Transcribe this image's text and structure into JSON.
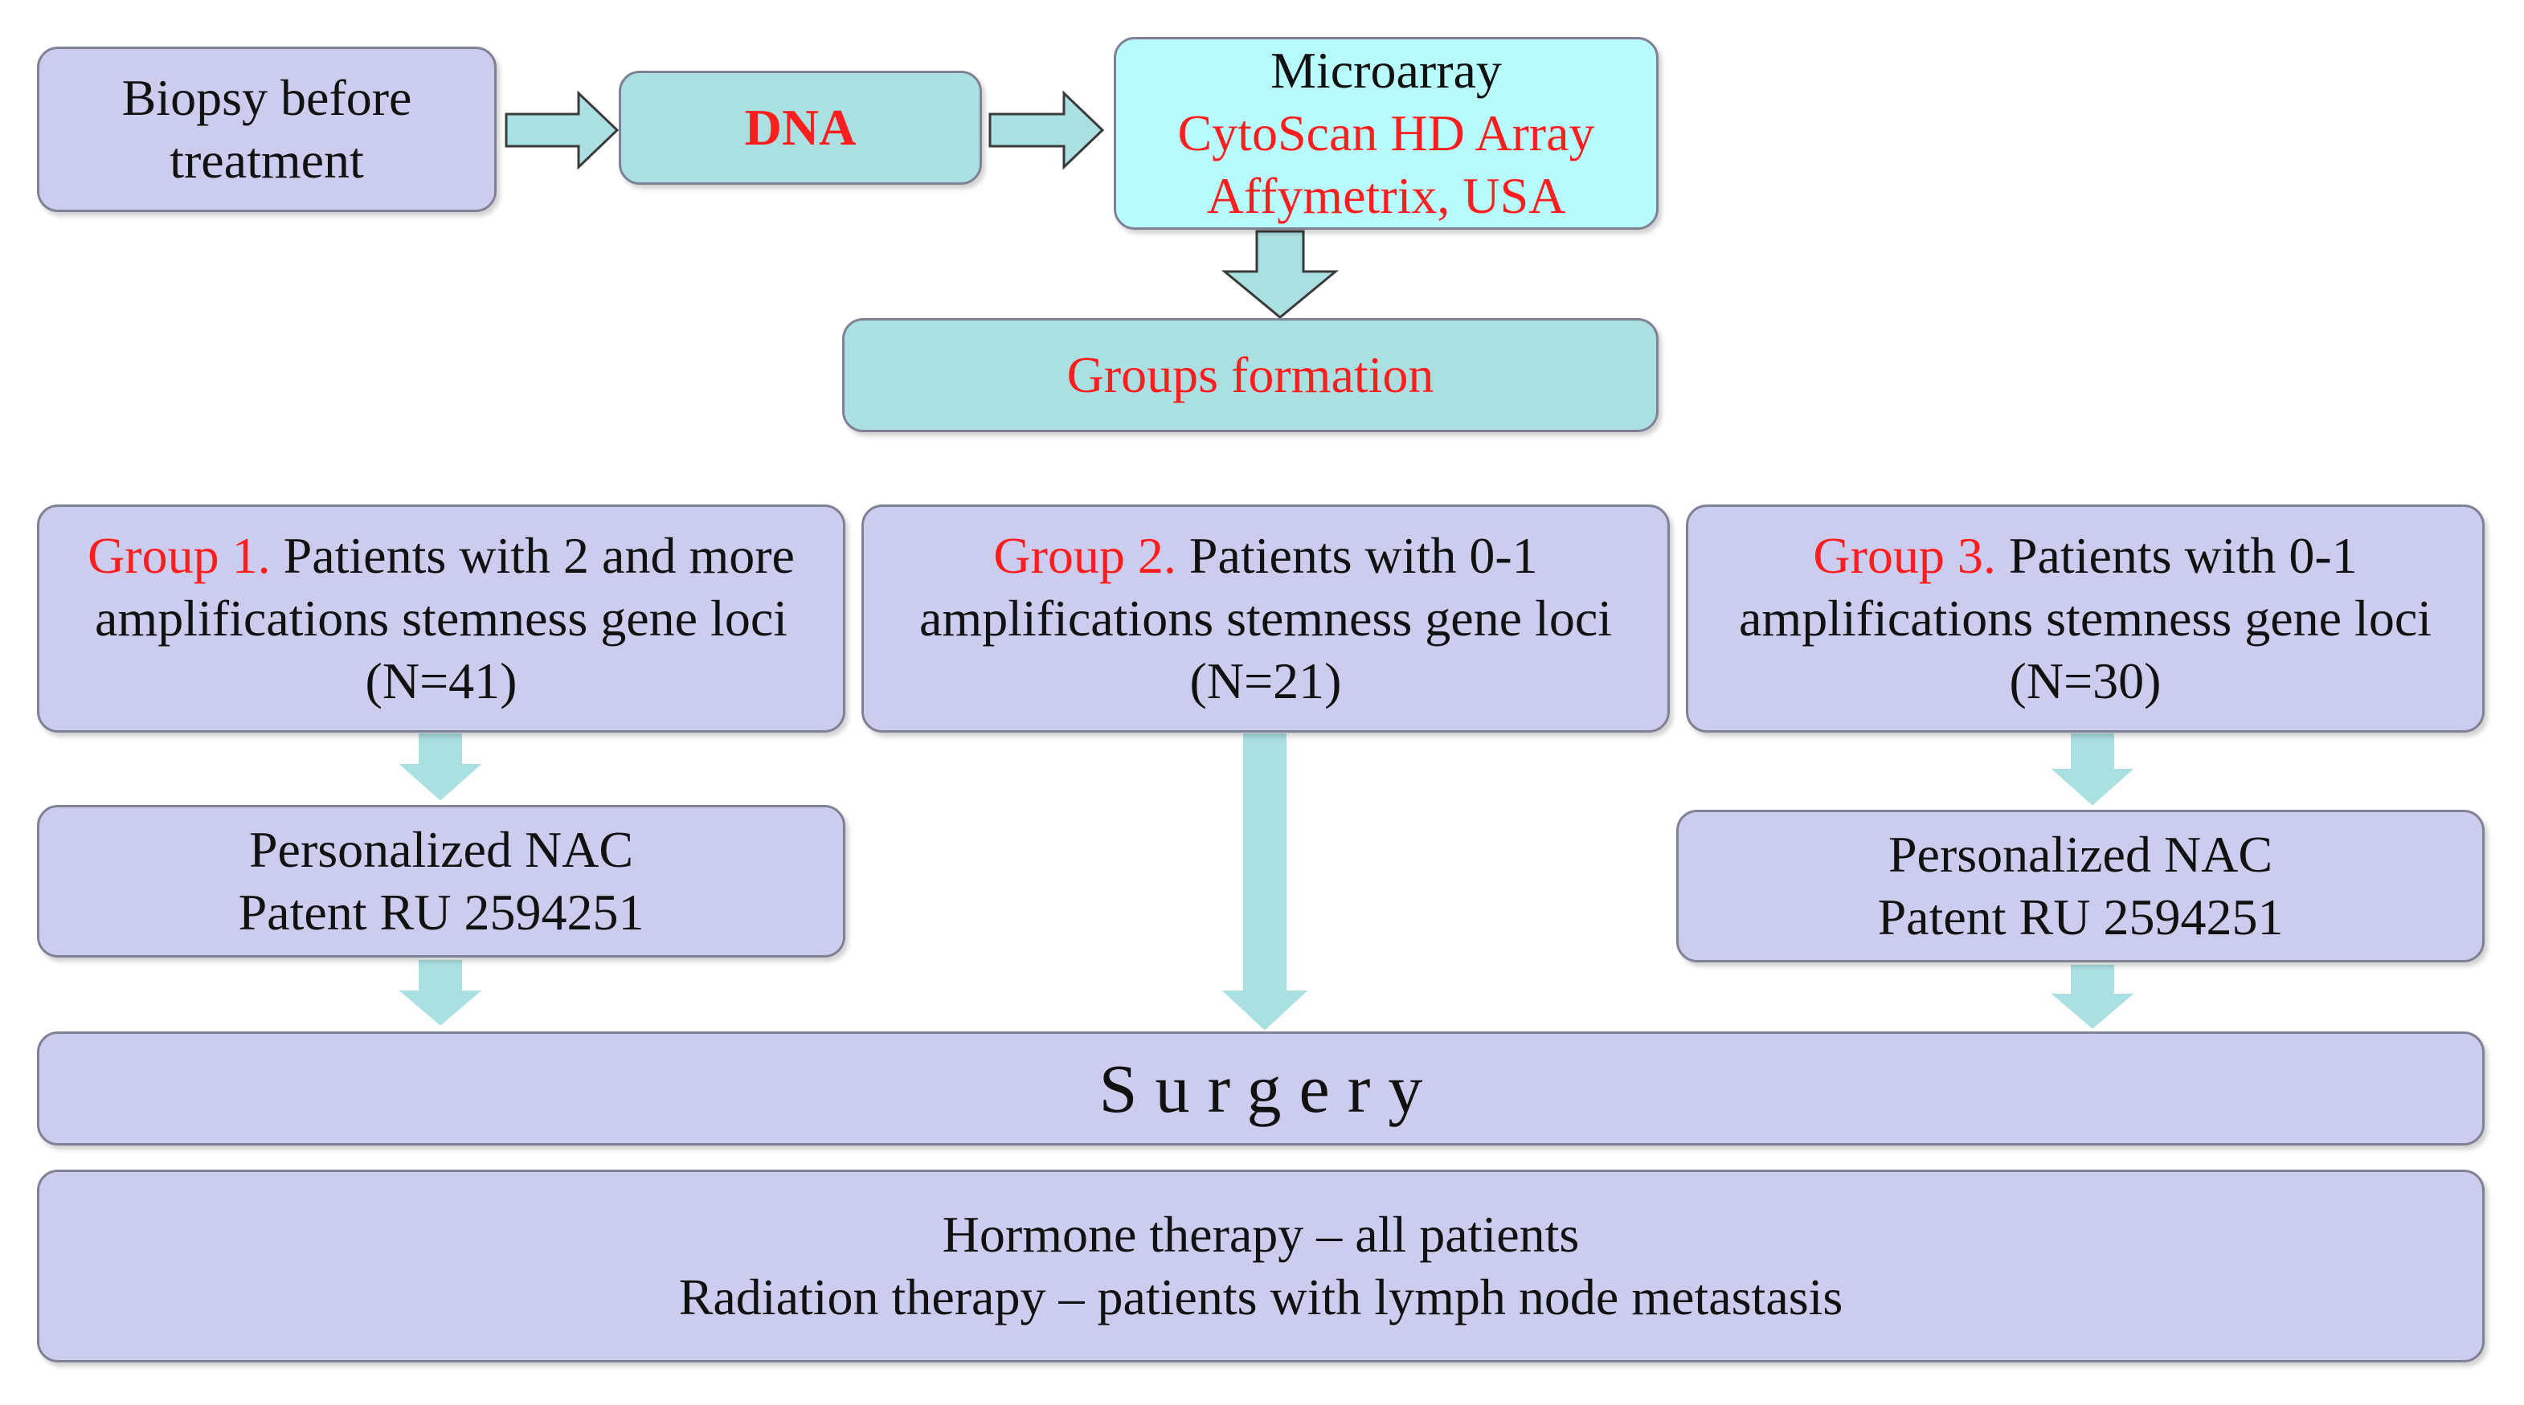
{
  "diagram": {
    "biopsy": {
      "line1": "Biopsy before",
      "line2": "treatment"
    },
    "dna": {
      "label": "DNA"
    },
    "microarray": {
      "title": "Microarray",
      "line2": "CytoScan HD Array",
      "line3": "Affymetrix, USA"
    },
    "groups_formation": {
      "label": "Groups formation"
    },
    "groups": [
      {
        "name": "Group 1.",
        "desc": "Patients with 2 and more",
        "line2": "amplifications stemness gene loci",
        "n": "(N=41)"
      },
      {
        "name": "Group 2.",
        "desc": "Patients with 0-1",
        "line2": "amplifications stemness gene loci",
        "n": "(N=21)"
      },
      {
        "name": "Group 3.",
        "desc": "Patients with 0-1",
        "line2": "amplifications stemness gene loci",
        "n": "(N=30)"
      }
    ],
    "nac_left": {
      "line1": "Personalized NAC",
      "line2": "Patent RU 2594251"
    },
    "nac_right": {
      "line1": "Personalized NAC",
      "line2": "Patent RU 2594251"
    },
    "surgery": {
      "label": "Surgery"
    },
    "therapy": {
      "line1": "Hormone therapy – all patients",
      "line2": "Radiation therapy – patients with lymph node metastasis"
    }
  },
  "colors": {
    "lavender_box": "#ccccee",
    "teal_box": "#abe0e3",
    "cyan_box": "#b8fbfc",
    "highlight_text": "#ff1e1e",
    "arrow_fill": "#abe0e3",
    "border": "#7f8195"
  }
}
